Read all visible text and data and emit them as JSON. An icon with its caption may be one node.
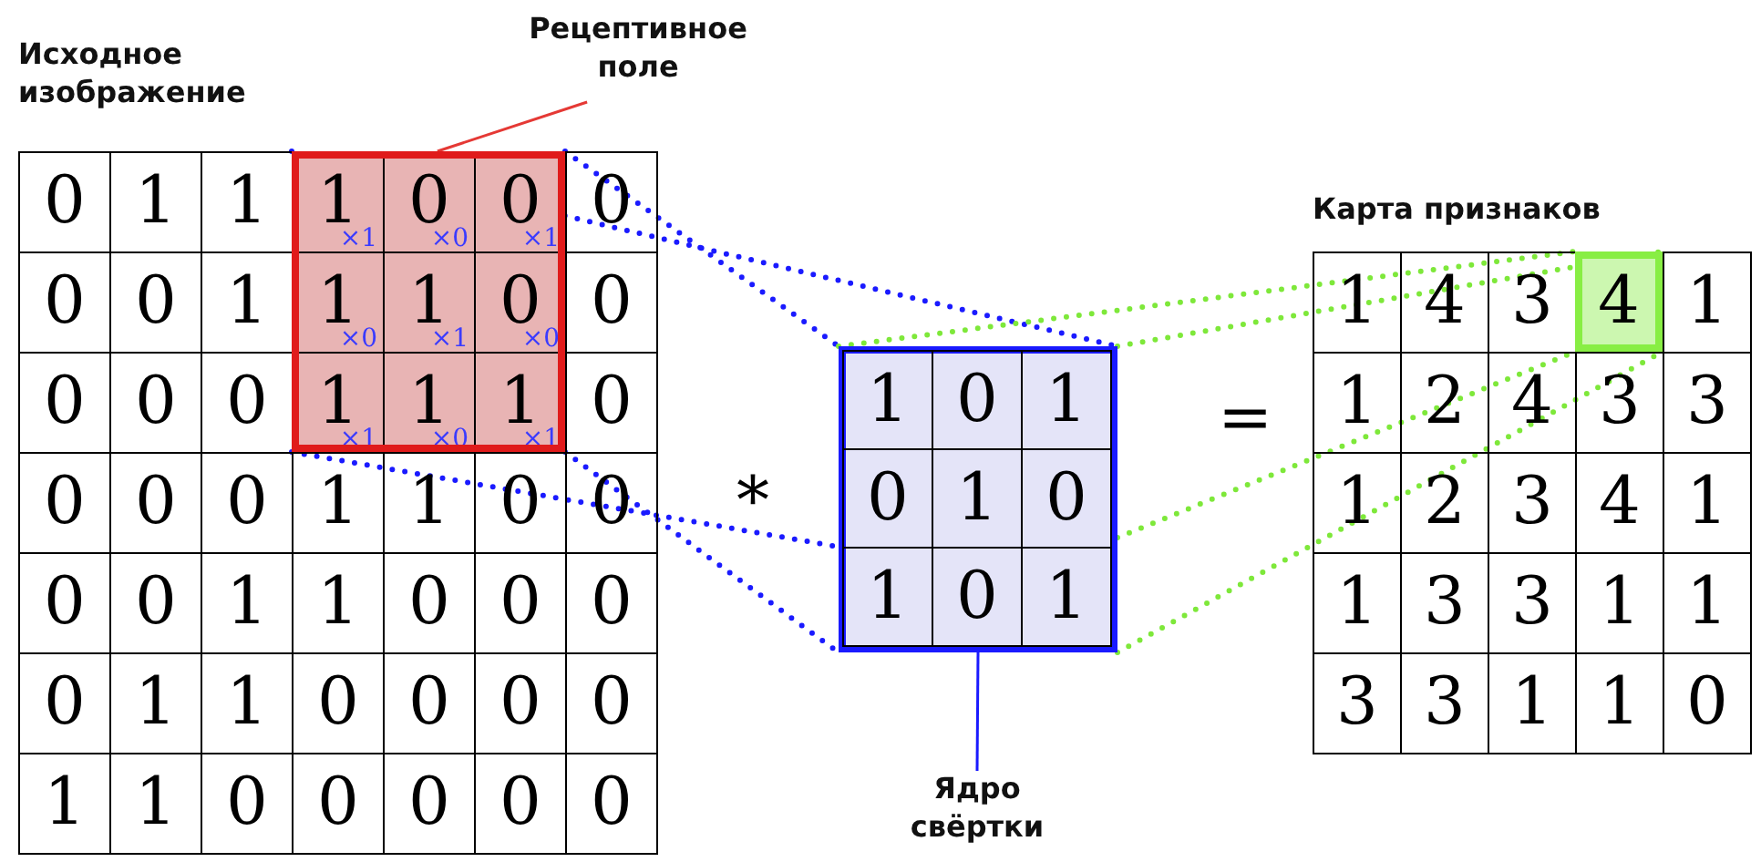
{
  "diagram": {
    "nodes": [
      {
        "text": [
          "Исходное изображение"
        ]
      },
      {
        "text": [],
        "shape": "box",
        "in": 0
      },
      {
        "text": [
          "Рецептивное поле"
        ]
      },
      {
        "text": [],
        "shape": "box"
      },
      {
        "text": [
          "Ядро свёртки"
        ]
      },
      {
        "text": [
          "Карта признаков"
        ]
      },
      {
        "text": [
          "4"
        ],
        "in": 5
      }
    ],
    "edges": [
      {
        "from": 2,
        "to": 1,
        "arrow": "none",
        "color": "#e53935"
      },
      {
        "from": 1,
        "to": 3,
        "arrow": "none",
        "style": "dashed"
      },
      {
        "from": 1,
        "to": 3,
        "arrow": "none",
        "style": "dashed"
      },
      {
        "from": 1,
        "to": 3,
        "arrow": "none",
        "style": "dashed"
      },
      {
        "from": 1,
        "to": 3,
        "arrow": "none",
        "style": "dashed"
      },
      {
        "from": 3,
        "to": 6,
        "arrow": "none",
        "style": "dashed",
        "color": "#7ee83a"
      },
      {
        "from": 3,
        "to": 6,
        "arrow": "none",
        "style": "dashed",
        "color": "#7ee83a"
      },
      {
        "from": 3,
        "to": 6,
        "arrow": "none",
        "style": "dashed",
        "color": "#7ee83a"
      },
      {
        "from": 3,
        "to": 6,
        "arrow": "none",
        "style": "dashed",
        "color": "#7ee83a"
      },
      {
        "from": 4,
        "to": 3,
        "arrow": "none"
      }
    ],
    "labels": [
      "0",
      "1",
      "1",
      "1",
      "×1",
      "0",
      "×0",
      "0",
      "×1",
      "0",
      "0",
      "0",
      "1",
      "1",
      "×0",
      "1",
      "×1",
      "0",
      "×0",
      "0",
      "0",
      "0",
      "0",
      "1",
      "×1",
      "1",
      "×0",
      "1",
      "×1",
      "0",
      "0",
      "0",
      "0",
      "1",
      "1",
      "0",
      "0",
      "0",
      "0",
      "1",
      "1",
      "0",
      "0",
      "0",
      "0",
      "1",
      "1",
      "0",
      "0",
      "0",
      "0",
      "1",
      "1",
      "0",
      "0",
      "0",
      "0",
      "0",
      "*",
      "1",
      "0",
      "1",
      "0",
      "1",
      "0",
      "1",
      "0",
      "1",
      "=",
      "1",
      "4",
      "3",
      "1",
      "1",
      "2",
      "4",
      "3",
      "3",
      "1",
      "2",
      "3",
      "4",
      "1",
      "1",
      "3",
      "3",
      "1",
      "1",
      "3",
      "3",
      "1",
      "1",
      "0"
    ]
  }
}
